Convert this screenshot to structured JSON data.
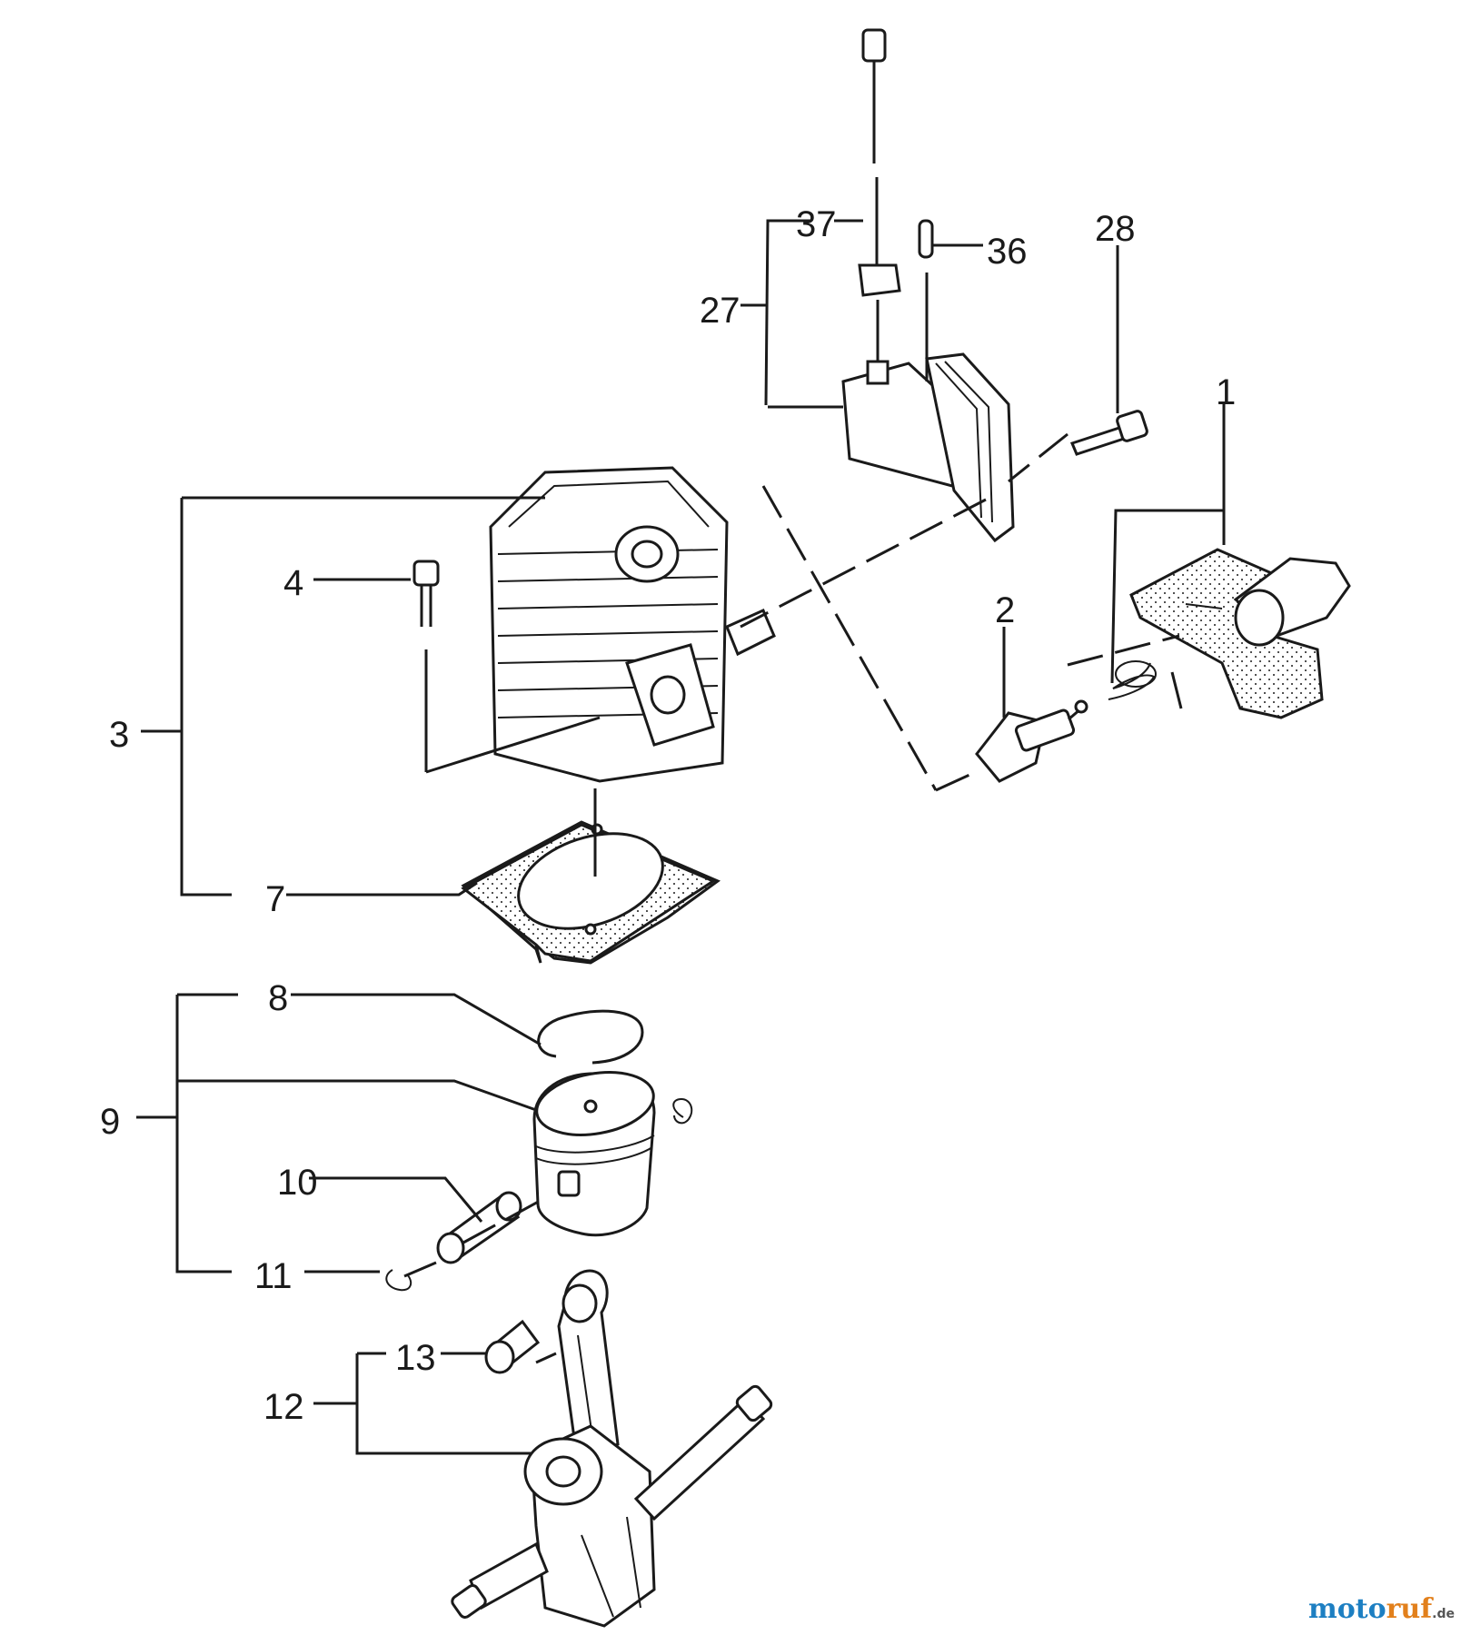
{
  "callouts": {
    "c1": "1",
    "c2": "2",
    "c3": "3",
    "c4": "4",
    "c7": "7",
    "c8": "8",
    "c9": "9",
    "c10": "10",
    "c11": "11",
    "c12": "12",
    "c13": "13",
    "c27": "27",
    "c28": "28",
    "c36": "36",
    "c37": "37"
  },
  "watermark": {
    "prefix": "moto",
    "suffix": "ruf",
    "tld": ".de",
    "colors": {
      "prefix": "#1d7fc2",
      "suffix": "#e2801c"
    }
  },
  "icons": [
    "ignition-coil-icon",
    "cylinder-icon",
    "spark-plug-icon",
    "air-filter-icon",
    "gasket-icon",
    "piston-ring-icon",
    "piston-icon",
    "piston-pin-icon",
    "circlip-icon",
    "bearing-icon",
    "crankshaft-icon"
  ]
}
